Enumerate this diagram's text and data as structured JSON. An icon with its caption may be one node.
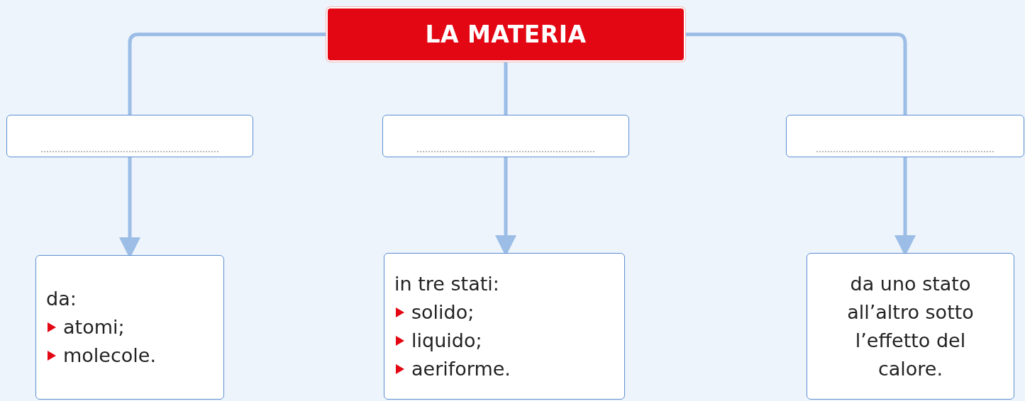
{
  "diagram": {
    "nodes": [
      {
        "text": [
          "LA MATERIA"
        ]
      },
      {
        "text": [],
        "shape": "box"
      },
      {
        "text": [],
        "shape": "box"
      },
      {
        "text": [],
        "shape": "box"
      },
      {
        "text": [
          "da:",
          "atomi;",
          "molecole."
        ]
      },
      {
        "text": [
          "in tre stati:",
          "solido;",
          "liquido;",
          "aeriforme."
        ]
      },
      {
        "text": [
          "da uno stato all’altro sotto l’effetto del calore."
        ]
      }
    ],
    "edges": [
      {
        "from": 0,
        "to": 1,
        "arrow": "none"
      },
      {
        "from": 0,
        "to": 2,
        "arrow": "none"
      },
      {
        "from": 0,
        "to": 3,
        "arrow": "none"
      },
      {
        "from": 1,
        "to": 4,
        "arrow": "to"
      },
      {
        "from": 2,
        "to": 5,
        "arrow": "to"
      },
      {
        "from": 3,
        "to": 6,
        "arrow": "to"
      }
    ]
  }
}
